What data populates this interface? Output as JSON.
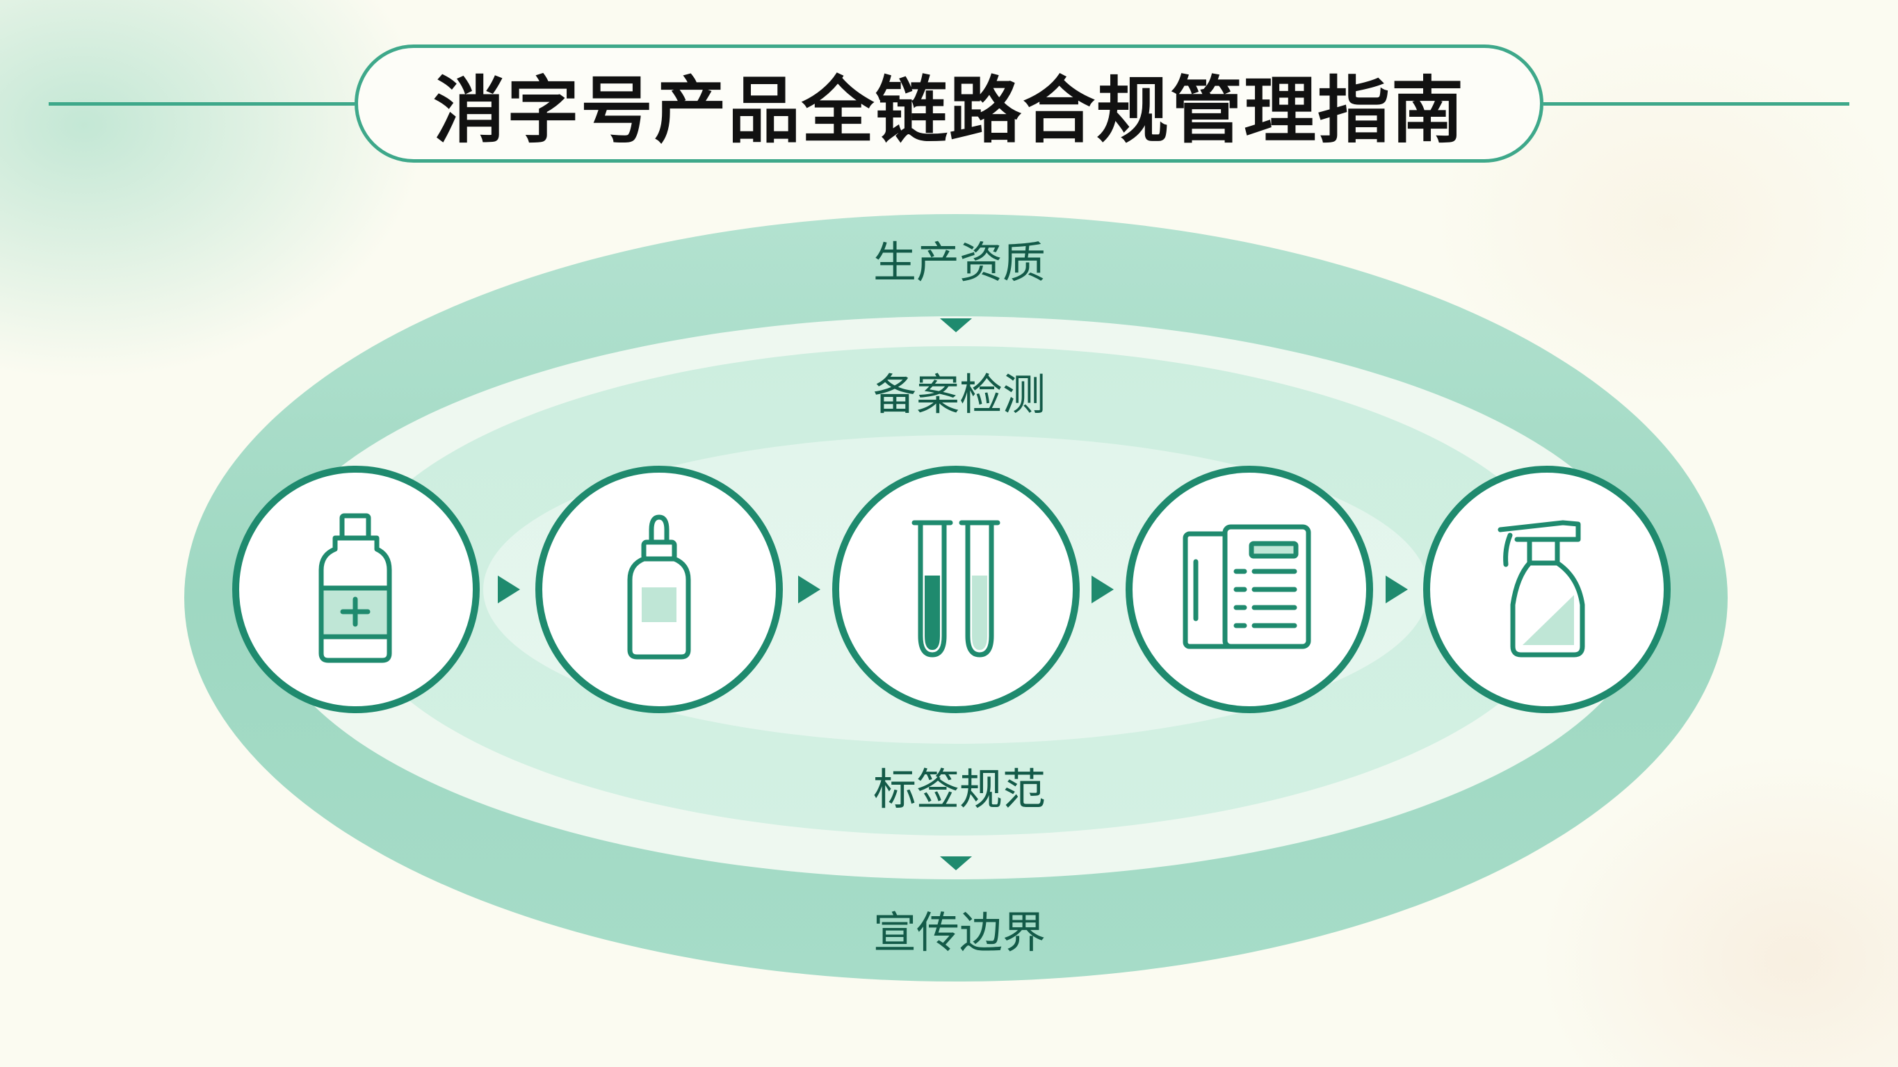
{
  "title": "消字号产品全链路合规管理指南",
  "rings": [
    {
      "label": "生产资质"
    },
    {
      "label": "备案检测"
    },
    {
      "label": "标签规范"
    },
    {
      "label": "宣传边界"
    }
  ],
  "steps": [
    {
      "icon": "medicine-bottle-icon"
    },
    {
      "icon": "dropper-bottle-icon"
    },
    {
      "icon": "test-tubes-icon"
    },
    {
      "icon": "documents-icon"
    },
    {
      "icon": "spray-bottle-icon"
    }
  ],
  "colors": {
    "accent": "#1f8a6e",
    "ring_outer": "#a8dcc8",
    "ring_inner": "#c8ecdc",
    "text_green": "#135a48",
    "title_text": "#111111",
    "background": "#fbfbf1"
  }
}
